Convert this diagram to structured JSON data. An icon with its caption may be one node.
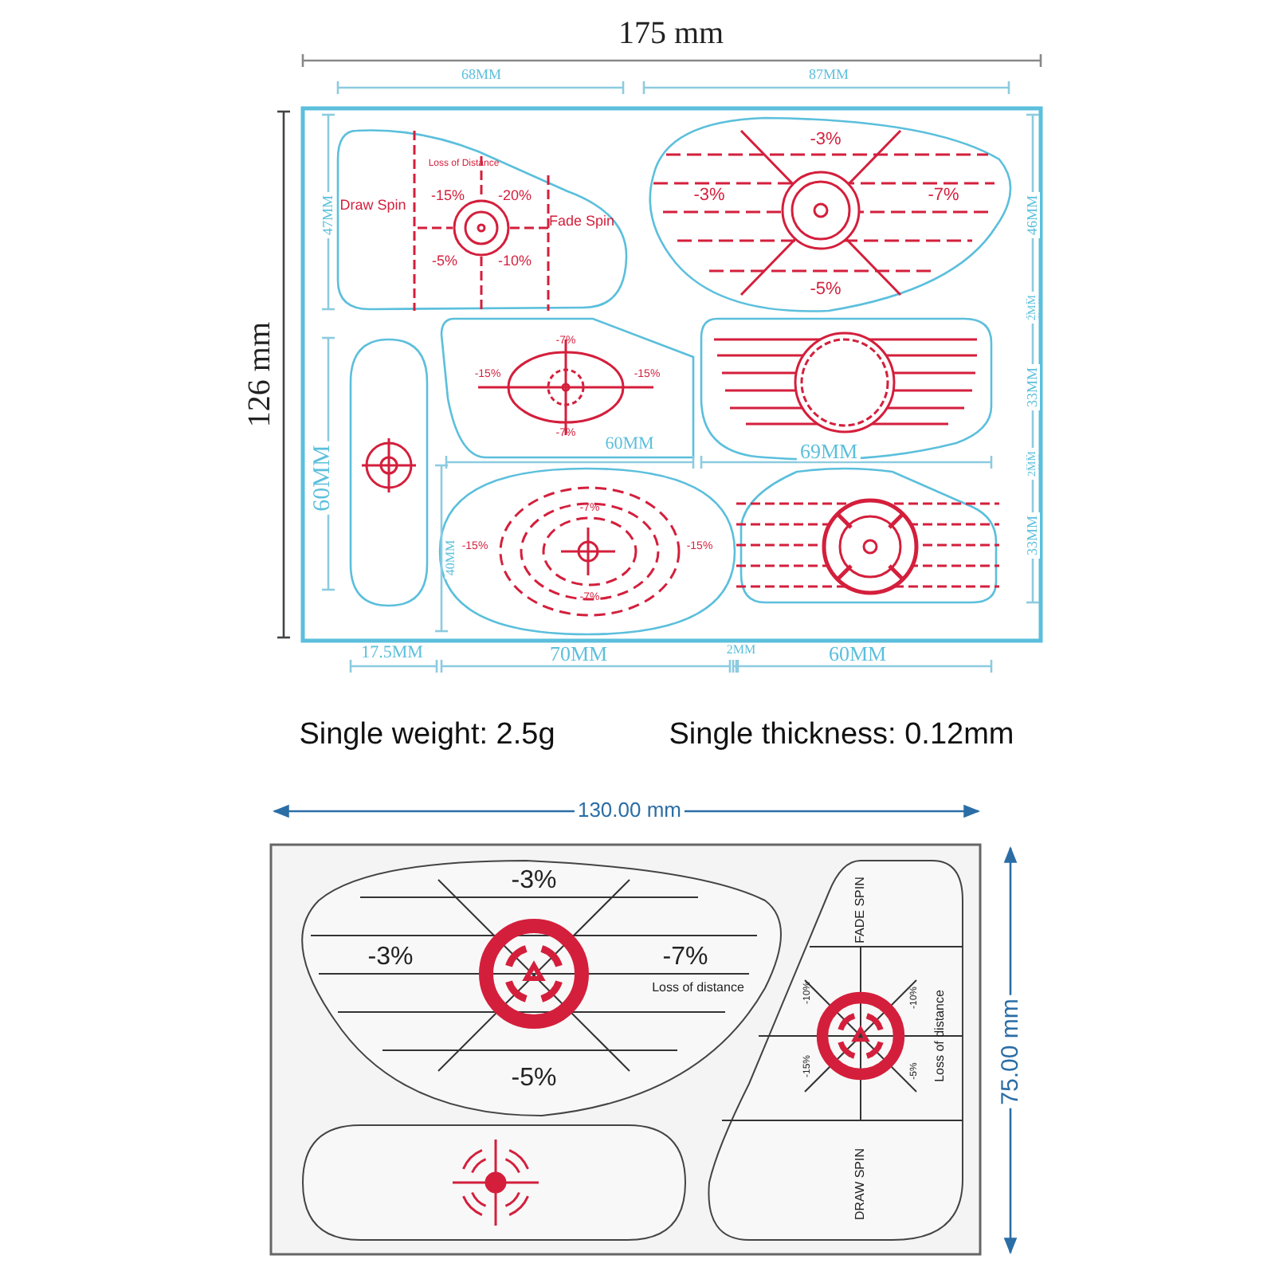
{
  "diagram": {
    "nodes": [
      {
        "text": [],
        "shape": "box"
      },
      {
        "text": [
          "Loss of Distance",
          "Draw Spin",
          "-15%",
          "-20%",
          "Fade Spin",
          "-5%",
          "-10%"
        ],
        "in": 0
      },
      {
        "text": [
          "-3%",
          "-3%",
          "-7%",
          "-5%"
        ],
        "in": 0
      },
      {
        "text": [],
        "shape": "box",
        "in": 0
      },
      {
        "text": [
          "-7%",
          "-15%",
          "-15%",
          "-7%"
        ],
        "in": 0
      },
      {
        "text": [],
        "shape": "box",
        "in": 0
      },
      {
        "text": [
          "-7%",
          "-15%",
          "-15%",
          "-7%"
        ],
        "in": 0
      },
      {
        "text": [],
        "shape": "box",
        "in": 0
      },
      {
        "text": [],
        "shape": "box"
      },
      {
        "text": [
          "-3%",
          "-3%",
          "-7%",
          "Loss of distance",
          "-5%"
        ],
        "in": 8
      },
      {
        "text": [
          "FADE SPIN",
          "-10%",
          "-10%",
          "Loss of distance",
          "-15%",
          "-5%",
          "DRAW SPIN"
        ],
        "in": 8
      },
      {
        "text": [],
        "shape": "box",
        "in": 8
      }
    ],
    "edges": [],
    "labels": [
      "175 mm",
      "68MM",
      "87MM",
      "126 mm",
      "47MM",
      "46MM",
      "2MM",
      "33MM",
      "60MM",
      "60MM",
      "69MM",
      "2MM",
      "33MM",
      "40MM",
      "17.5MM",
      "70MM",
      "2MM",
      "60MM",
      "Single weight: 2.5g",
      "Single thickness: 0.12mm",
      "130.00 mm",
      "75.00 mm"
    ]
  }
}
